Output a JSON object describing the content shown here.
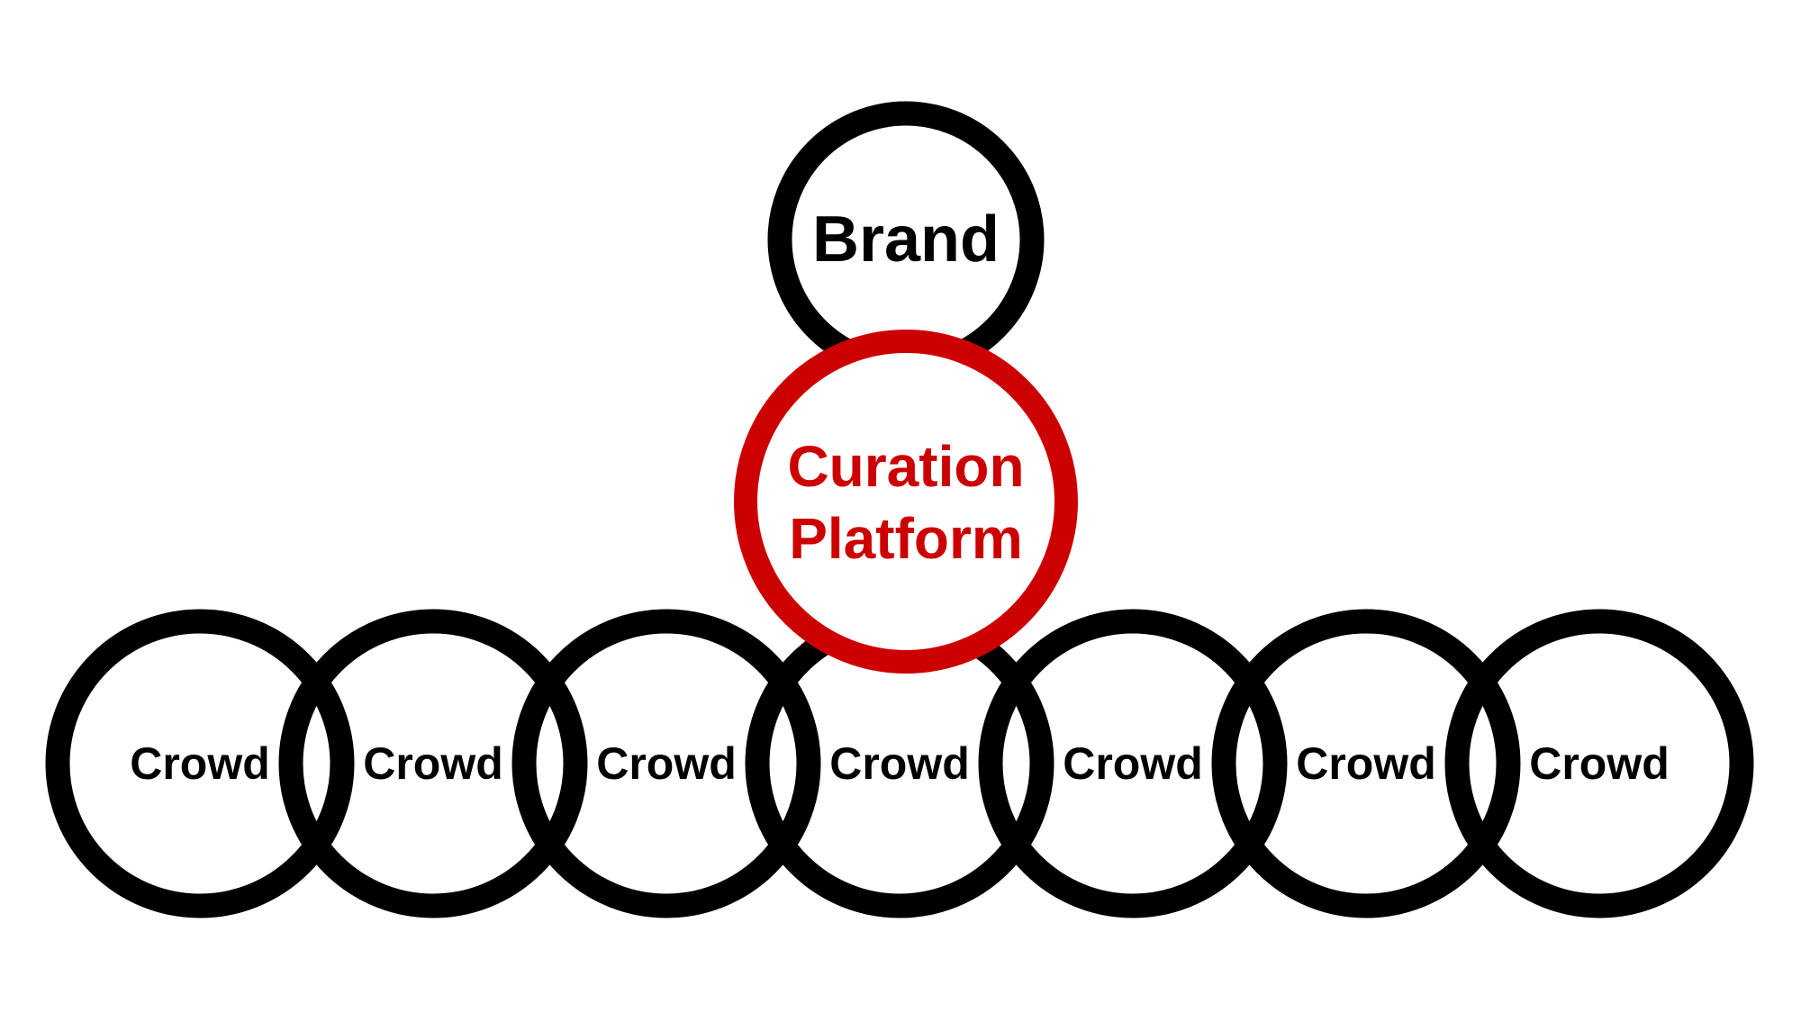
{
  "diagram": {
    "brand": {
      "label": "Brand"
    },
    "platform": {
      "line1": "Curation",
      "line2": "Platform"
    },
    "crowds": [
      {
        "label": "Crowd"
      },
      {
        "label": "Crowd"
      },
      {
        "label": "Crowd"
      },
      {
        "label": "Crowd"
      },
      {
        "label": "Crowd"
      },
      {
        "label": "Crowd"
      },
      {
        "label": "Crowd"
      }
    ]
  },
  "colors": {
    "outline": "#000000",
    "accent": "#cc0000",
    "background": "#ffffff"
  }
}
